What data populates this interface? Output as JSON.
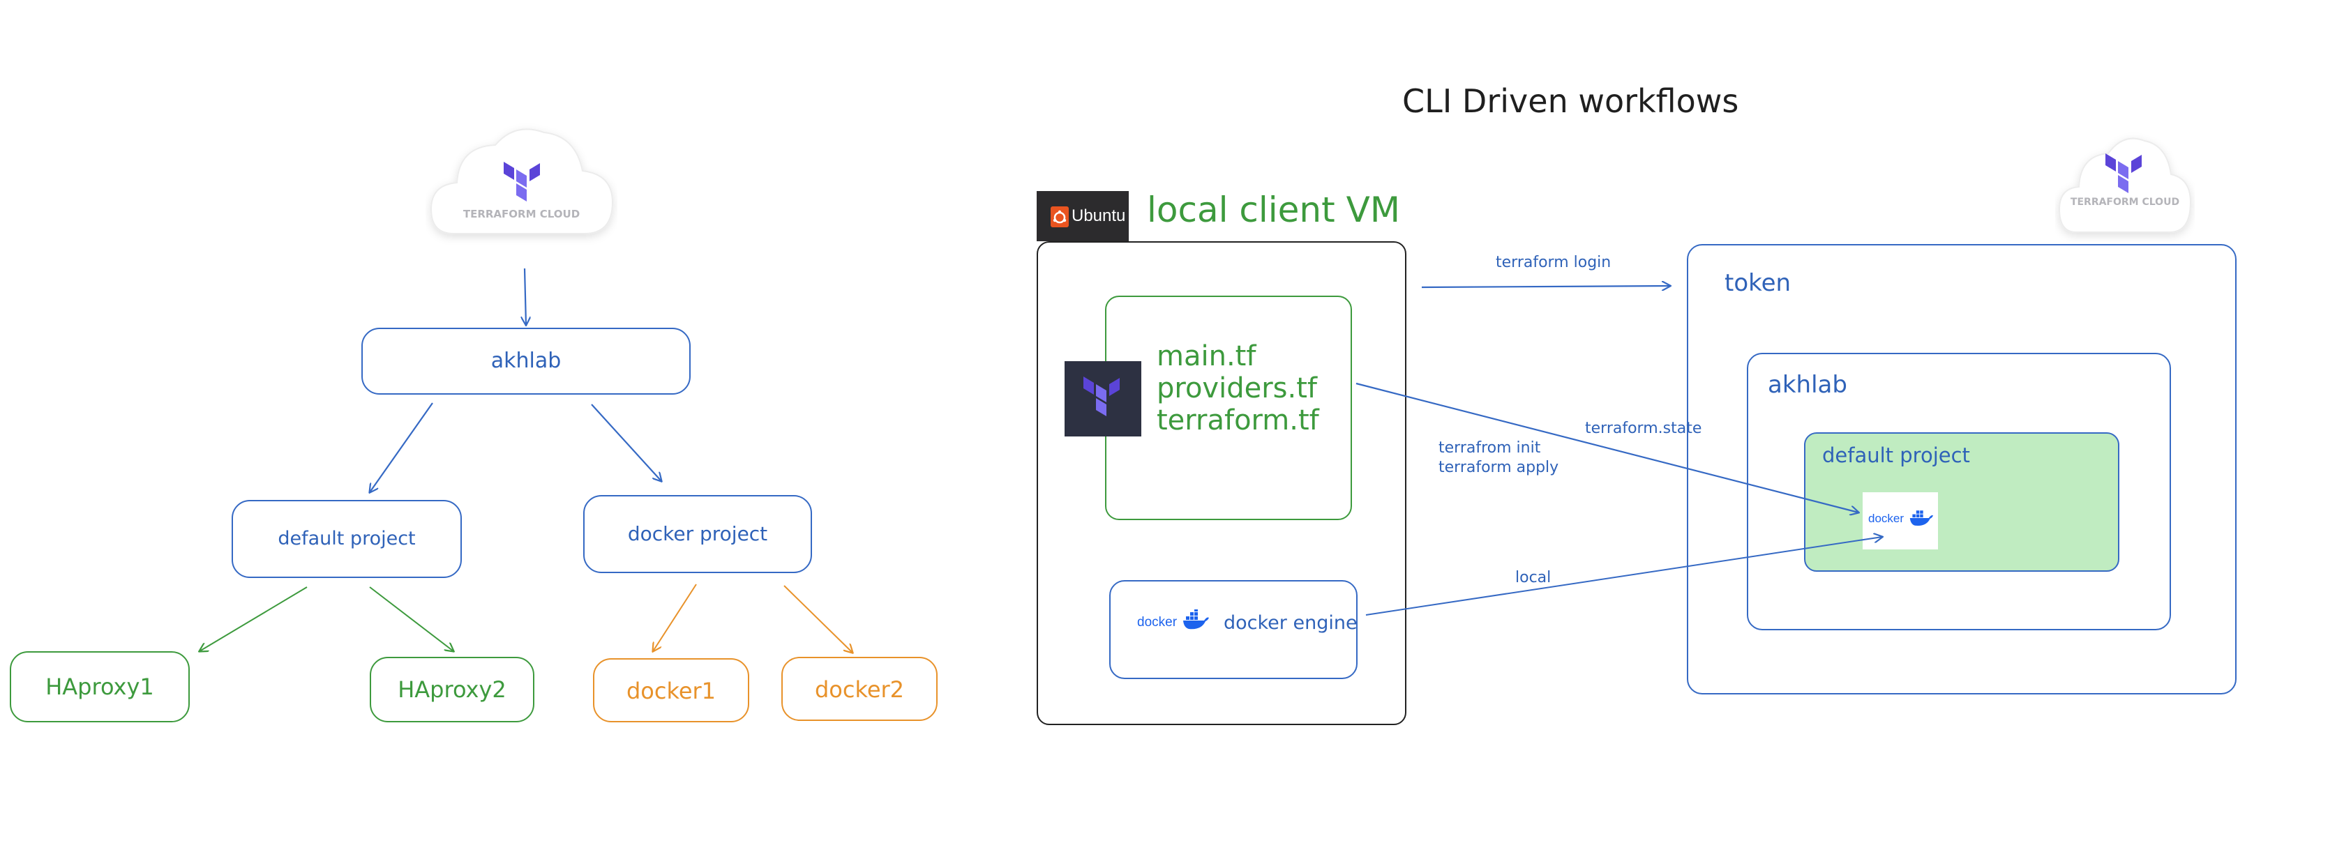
{
  "title": "CLI Driven workflows",
  "left_tree": {
    "cloud_label": "TERRAFORM CLOUD",
    "org": "akhlab",
    "projects": [
      {
        "label": "default project",
        "children": [
          "HAproxy1",
          "HAproxy2"
        ]
      },
      {
        "label": "docker project",
        "children": [
          "docker1",
          "docker2"
        ]
      }
    ]
  },
  "vm": {
    "ubuntu_label": "Ubuntu",
    "title": "local client VM",
    "files": [
      "main.tf",
      "providers.tf",
      "terraform.tf"
    ],
    "docker_logo": "docker",
    "docker_engine": "docker engine"
  },
  "arrows": {
    "login": "terraform login",
    "state": "terraform.state",
    "init": "terrafrom init",
    "apply": "terraform apply",
    "local": "local"
  },
  "cloud_right": {
    "cloud_label": "TERRAFORM CLOUD",
    "token": "token",
    "org": "akhlab",
    "project": "default project",
    "docker_logo": "docker"
  },
  "colors": {
    "blue": "#3569c4",
    "green": "#3d9a3d",
    "orange": "#e8922a",
    "terraform_purple": "#7b42bc",
    "project_fill": "#c0ecc1",
    "ubuntu_orange": "#e95420"
  },
  "icons": [
    "cloud-icon",
    "terraform-logo-icon",
    "ubuntu-logo-icon",
    "docker-whale-icon"
  ]
}
